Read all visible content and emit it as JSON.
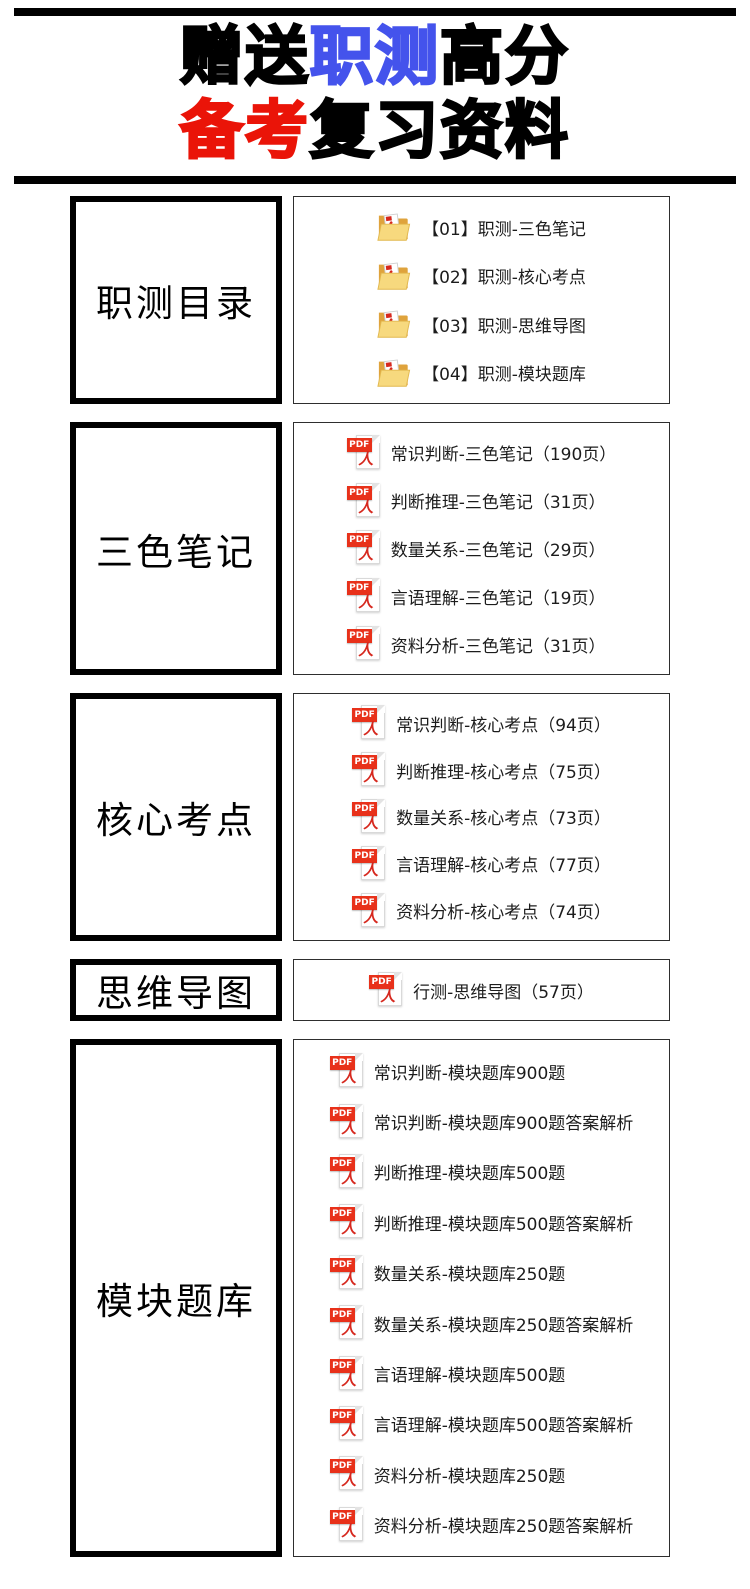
{
  "header": {
    "title": {
      "line1": {
        "seg1": "赠送",
        "seg2": "职测",
        "seg3": "高分"
      },
      "line2": {
        "seg1": "备考",
        "seg2": "复习资料"
      }
    },
    "colors": {
      "accent_blue": "#4453ec",
      "accent_red": "#ea1408",
      "title_black": "#000000"
    }
  },
  "pdf_icon": {
    "badge_label": "PDF",
    "glyph": "人",
    "badge_color": "#e8311a",
    "glyph_color": "#d6281e"
  },
  "sections": [
    {
      "label": "职测目录",
      "icon": "folder-pdf-icon",
      "items": [
        {
          "text": "【01】职测-三色笔记"
        },
        {
          "text": "【02】职测-核心考点"
        },
        {
          "text": "【03】职测-思维导图"
        },
        {
          "text": "【04】职测-模块题库"
        }
      ]
    },
    {
      "label": "三色笔记",
      "icon": "pdf-file-icon",
      "items": [
        {
          "text": "常识判断-三色笔记（190页）"
        },
        {
          "text": "判断推理-三色笔记（31页）"
        },
        {
          "text": "数量关系-三色笔记（29页）"
        },
        {
          "text": "言语理解-三色笔记（19页）"
        },
        {
          "text": "资料分析-三色笔记（31页）"
        }
      ]
    },
    {
      "label": "核心考点",
      "icon": "pdf-file-icon",
      "items": [
        {
          "text": "常识判断-核心考点（94页）"
        },
        {
          "text": "判断推理-核心考点（75页）"
        },
        {
          "text": "数量关系-核心考点（73页）"
        },
        {
          "text": "言语理解-核心考点（77页）"
        },
        {
          "text": "资料分析-核心考点（74页）"
        }
      ]
    },
    {
      "label": "思维导图",
      "icon": "pdf-file-icon",
      "items": [
        {
          "text": "行测-思维导图（57页）"
        }
      ]
    },
    {
      "label": "模块题库",
      "icon": "pdf-file-icon",
      "items": [
        {
          "text": "常识判断-模块题库900题"
        },
        {
          "text": "常识判断-模块题库900题答案解析"
        },
        {
          "text": "判断推理-模块题库500题"
        },
        {
          "text": "判断推理-模块题库500题答案解析"
        },
        {
          "text": "数量关系-模块题库250题"
        },
        {
          "text": "数量关系-模块题库250题答案解析"
        },
        {
          "text": "言语理解-模块题库500题"
        },
        {
          "text": "言语理解-模块题库500题答案解析"
        },
        {
          "text": "资料分析-模块题库250题"
        },
        {
          "text": "资料分析-模块题库250题答案解析"
        }
      ]
    }
  ]
}
